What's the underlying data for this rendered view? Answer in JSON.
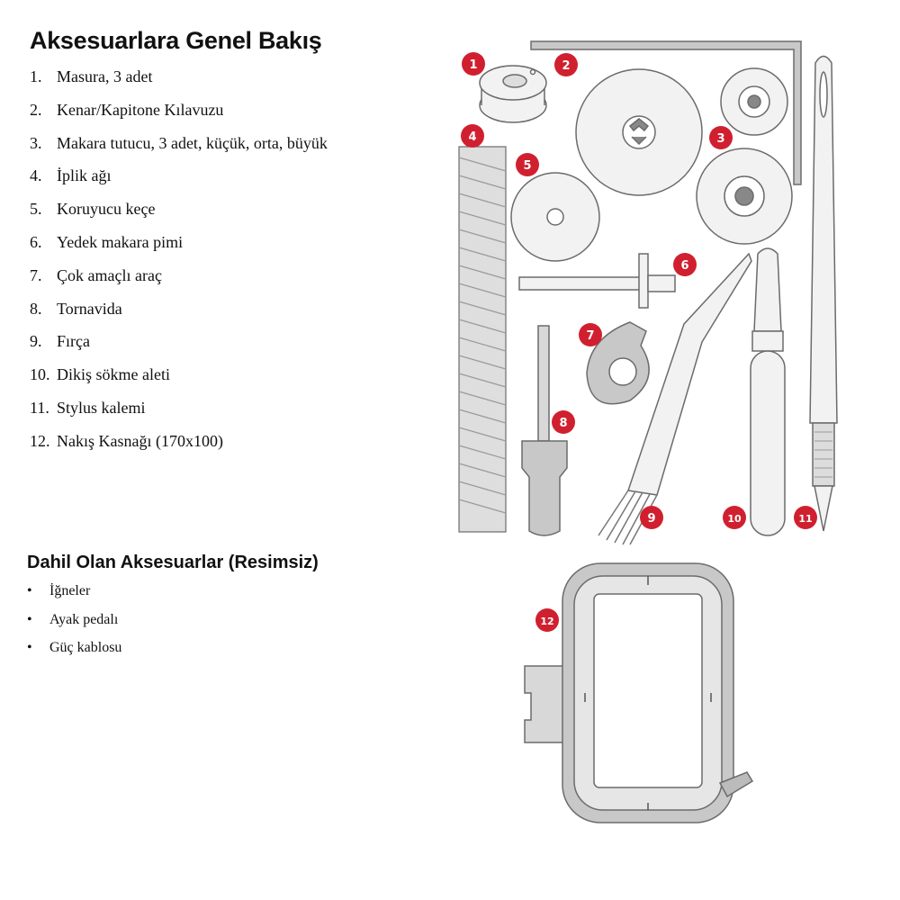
{
  "overview": {
    "title": "Aksesuarlara Genel Bakış",
    "items": [
      {
        "number": "1.",
        "text": "Masura, 3 adet"
      },
      {
        "number": "2.",
        "text": "Kenar/Kapitone Kılavuzu"
      },
      {
        "number": "3.",
        "text": "Makara tutucu, 3 adet, küçük, orta, büyük"
      },
      {
        "number": "4.",
        "text": "İplik ağı"
      },
      {
        "number": "5.",
        "text": "Koruyucu keçe"
      },
      {
        "number": "6.",
        "text": "Yedek makara pimi"
      },
      {
        "number": "7.",
        "text": "Çok amaçlı araç"
      },
      {
        "number": "8.",
        "text": "Tornavida"
      },
      {
        "number": "9.",
        "text": "Fırça"
      },
      {
        "number": "10.",
        "text": "Dikiş sökme aleti"
      },
      {
        "number": "11.",
        "text": "Stylus kalemi"
      },
      {
        "number": "12.",
        "text": "Nakış Kasnağı (170x100)"
      }
    ]
  },
  "included": {
    "title": "Dahil Olan Aksesuarlar (Resimsiz)",
    "bullet": "•",
    "items": [
      "İğneler",
      "Ayak pedalı",
      "Güç kablosu"
    ]
  },
  "badges": [
    "1",
    "2",
    "3",
    "4",
    "5",
    "6",
    "7",
    "8",
    "9",
    "10",
    "11",
    "12"
  ],
  "colors": {
    "badge": "#d0202f",
    "outline": "#6b6b6b",
    "fill_light": "#f2f2f2",
    "fill_grey": "#c8c8c8"
  }
}
